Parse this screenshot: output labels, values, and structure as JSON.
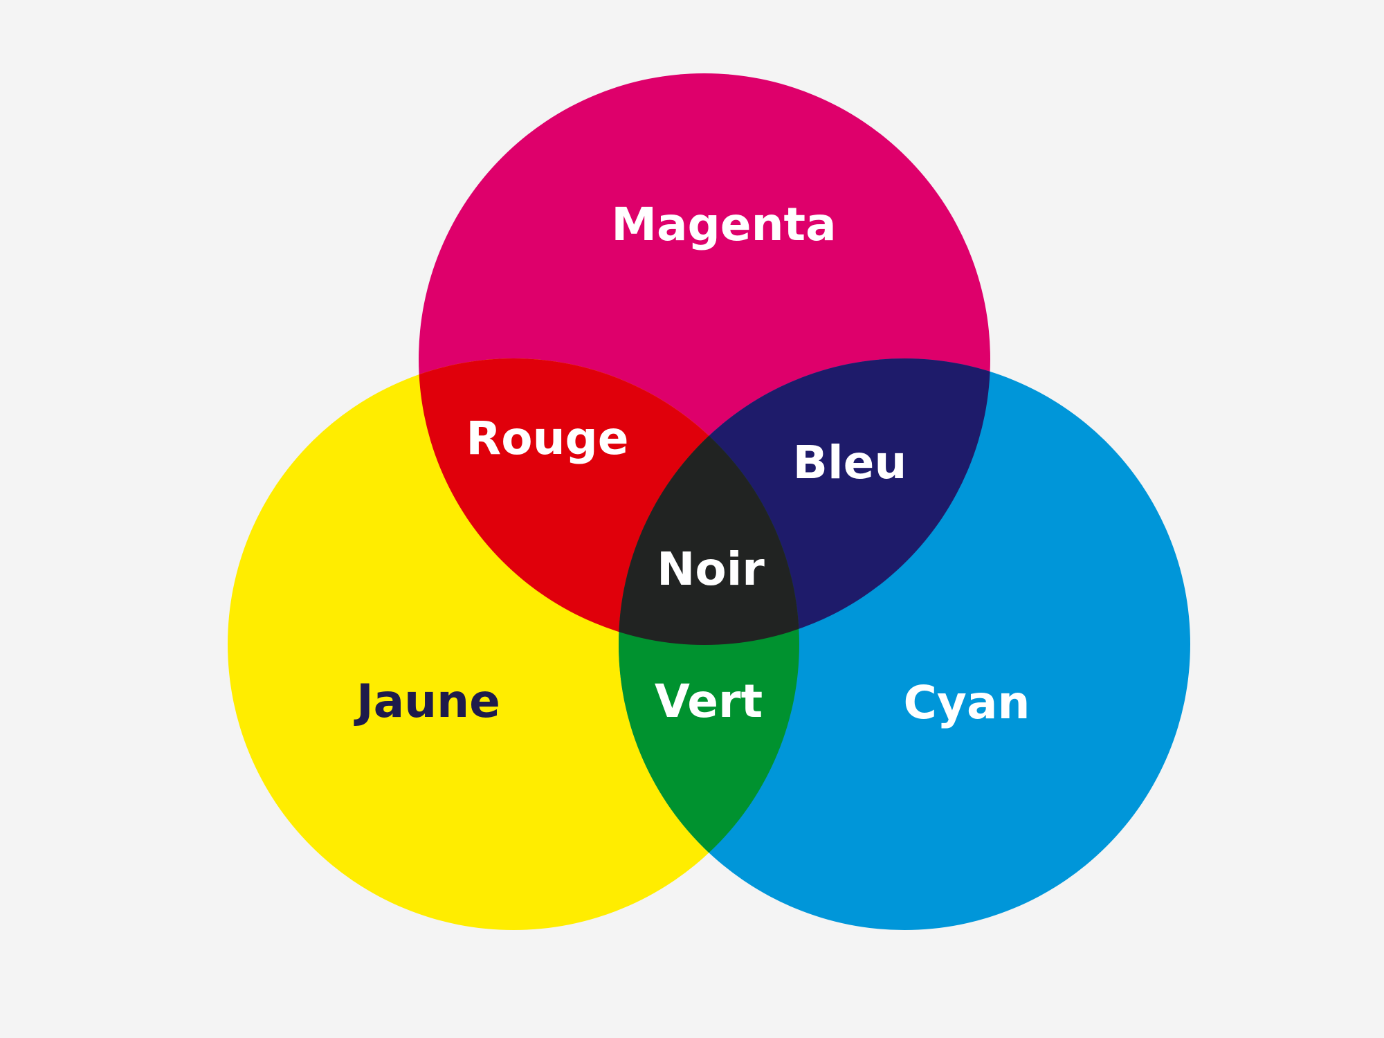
{
  "colors": {
    "background": "#f4f4f4",
    "magenta": "#de006b",
    "yellow": "#ffed00",
    "cyan": "#0096d9",
    "red": "#e0000b",
    "blue": "#1e1b6a",
    "green": "#00922f",
    "black": "#212322",
    "dark_text": "#1e1b4b",
    "light_text": "#ffffff"
  },
  "labels": {
    "magenta": "Magenta",
    "yellow": "Jaune",
    "cyan": "Cyan",
    "red": "Rouge",
    "blue": "Bleu",
    "green": "Vert",
    "black": "Noir"
  }
}
